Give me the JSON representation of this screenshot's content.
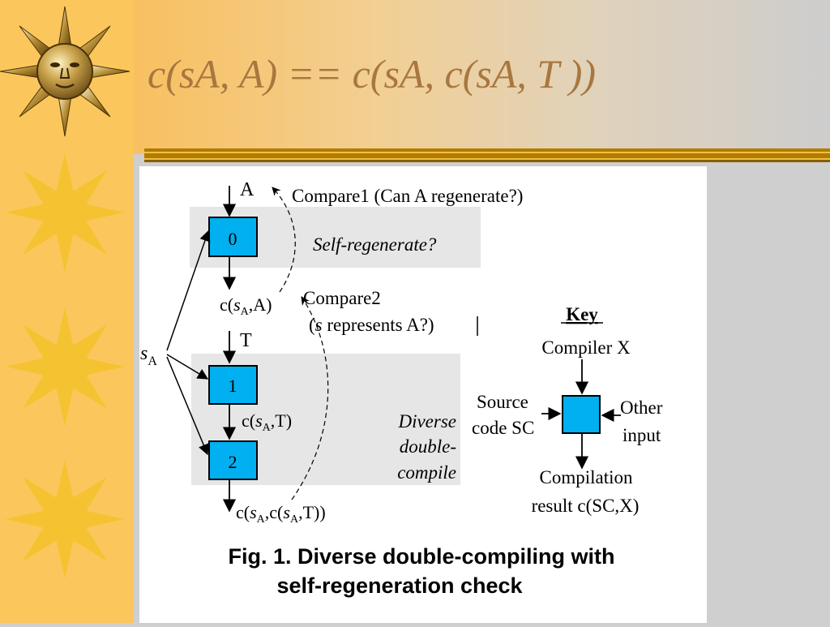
{
  "slide": {
    "title": "c(sA, A) == c(sA, c(sA, T ))"
  },
  "figure": {
    "inputs": {
      "a": "A",
      "t": "T"
    },
    "boxes": [
      "0",
      "1",
      "2"
    ],
    "compare1": "Compare1 (Can A regenerate?)",
    "self_regen_label": "Self-regenerate?",
    "compare2_line1": "Compare2",
    "compare2_line2_rest": " represents A?)",
    "compare2_s": "s",
    "compare2_open": "(",
    "sa": {
      "s": "s",
      "sub": "A"
    },
    "output_c": "c(",
    "output_comma": ",",
    "output_a_close": "A)",
    "output_t_close": ",T)",
    "output_tt_close": ",T))",
    "diverse_label": [
      "Diverse",
      "double-",
      "compile"
    ],
    "caption": [
      "Fig. 1. Diverse double-compiling with",
      "self-regeneration check"
    ]
  },
  "key": {
    "title": "Key",
    "top": "Compiler X",
    "left": [
      "Source",
      "code SC"
    ],
    "right": [
      "Other",
      "input"
    ],
    "bottom": [
      "Compilation",
      "result c(SC,X)"
    ]
  },
  "colors": {
    "sidebar": "#fbc75c",
    "title": "#a8773f",
    "box_fill": "#00b0f0",
    "shade": "#e6e6e6",
    "rule": "#b37b00"
  }
}
